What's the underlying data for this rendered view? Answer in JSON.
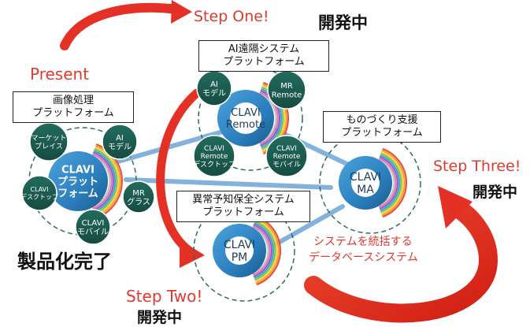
{
  "labels": {
    "present": "Present",
    "step_one": "Step One!",
    "step_two": "Step Two!",
    "step_three": "Step Three!",
    "dev1": "開発中",
    "dev2": "開発中",
    "dev3": "開発中",
    "done": "製品化完了",
    "integrate_line1": "システムを統括する",
    "integrate_line2": "データベースシステム"
  },
  "boxes": {
    "image_platform": [
      "画像処理",
      "プラットフォーム"
    ],
    "ai_remote_platform": [
      "AI遠隔システム",
      "プラットフォーム"
    ],
    "monozukuri_platform": [
      "ものづくり支援",
      "プラットフォーム"
    ],
    "anomaly_platform": [
      "異常予知保全システム",
      "プラットフォーム"
    ]
  },
  "hubs": {
    "platform": [
      "CLAVI",
      "プラット",
      "フォーム"
    ],
    "remote": [
      "CLAVI",
      "Remote"
    ],
    "ma": [
      "CLAVI",
      "MA"
    ],
    "pm": [
      "CLAVI",
      "PM"
    ]
  },
  "satellites": {
    "market": [
      "マーケット",
      "プレイス"
    ],
    "ai_model_left": [
      "AI",
      "モデル"
    ],
    "clavi_desktop": [
      "CLAVI",
      "デスクトップ"
    ],
    "mr_glass": [
      "MR",
      "グラス"
    ],
    "clavi_mobile": [
      "CLAVI",
      "モバイル"
    ],
    "ai_model_top": [
      "AI",
      "モデル"
    ],
    "mr_remote": [
      "MR",
      "Remote"
    ],
    "remote_desktop": [
      "CLAVI",
      "Remote",
      "デスクトップ"
    ],
    "remote_mobile": [
      "CLAVI",
      "Remote",
      "モバイル"
    ]
  },
  "colors": {
    "arrow_red": "#e53125",
    "label_red": "#e03a2e",
    "hub_blue": "#2d84c4",
    "hub_dark": "#1c5d8d",
    "satellite_green": "#1c5e52",
    "connector_blue": "#6ea6d6"
  }
}
